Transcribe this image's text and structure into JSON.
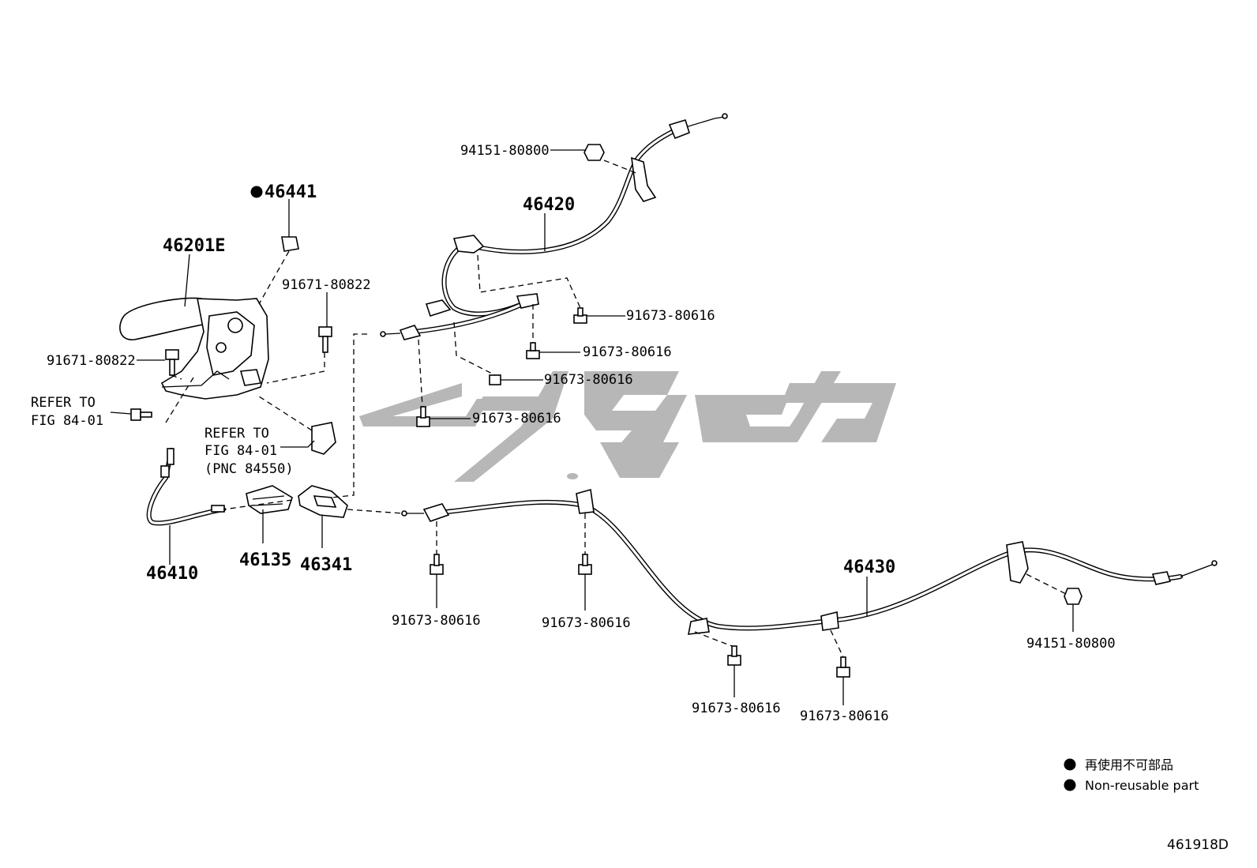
{
  "diagram": {
    "figure_code": "461918D",
    "labels": {
      "p94151_top": "94151-80800",
      "p46441": "46441",
      "p46420": "46420",
      "p46201E": "46201E",
      "p91671_a": "91671-80822",
      "p91671_b": "91671-80822",
      "p91673_1": "91673-80616",
      "p91673_2": "91673-80616",
      "p91673_3": "91673-80616",
      "p91673_4": "91673-80616",
      "refer1_l1": "REFER TO",
      "refer1_l2": "FIG 84-01",
      "refer2_l1": "REFER TO",
      "refer2_l2": "FIG 84-01",
      "refer2_l3": "(PNC 84550)",
      "p46410": "46410",
      "p46135": "46135",
      "p46341": "46341",
      "p46430": "46430",
      "p91673_5": "91673-80616",
      "p91673_6": "91673-80616",
      "p91673_7": "91673-80616",
      "p91673_8": "91673-80616",
      "p94151_bottom": "94151-80800"
    },
    "legend": {
      "ja": "再使用不可部品",
      "en": "Non-reusable part"
    },
    "colors": {
      "line": "#000000",
      "watermark": "#b7b7b7",
      "background": "#ffffff"
    }
  }
}
